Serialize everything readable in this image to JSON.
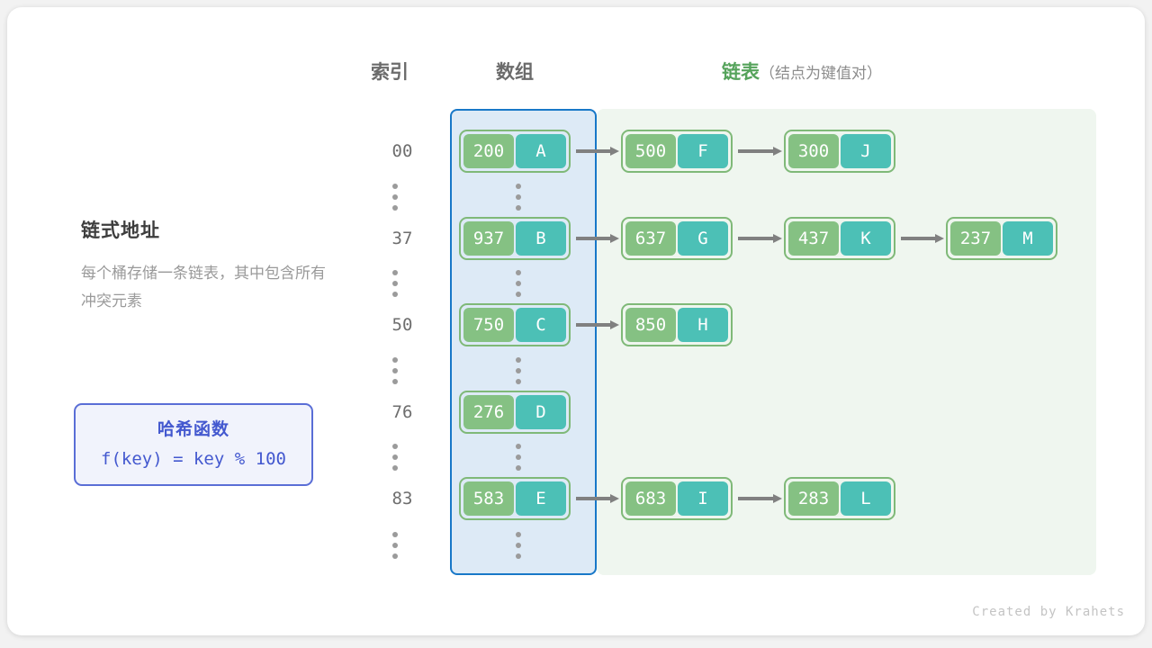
{
  "headers": {
    "index": "索引",
    "array": "数组",
    "list": "链表",
    "list_note": "（结点为键值对）"
  },
  "description": {
    "title": "链式地址",
    "body": "每个桶存储一条链表，其中包含所有冲突元素"
  },
  "hash_function": {
    "title": "哈希函数",
    "expression": "f(key) = key % 100"
  },
  "footer": "Created by Krahets",
  "colors": {
    "key_cell": "#85c183",
    "value_cell": "#4cc0b6",
    "node_border": "#7fb978",
    "array_panel_bg": "#ddeaf6",
    "array_panel_border": "#1878c8",
    "list_panel_bg": "#eff6ef",
    "list_header": "#55a35b",
    "hash_box_border": "#5a6ed6",
    "hash_box_bg": "#f1f3fc",
    "hash_box_text": "#4358cf",
    "arrow": "#808080"
  },
  "buckets": [
    {
      "index": "00",
      "nodes": [
        {
          "key": "200",
          "value": "A"
        },
        {
          "key": "500",
          "value": "F"
        },
        {
          "key": "300",
          "value": "J"
        }
      ]
    },
    {
      "index": "37",
      "nodes": [
        {
          "key": "937",
          "value": "B"
        },
        {
          "key": "637",
          "value": "G"
        },
        {
          "key": "437",
          "value": "K"
        },
        {
          "key": "237",
          "value": "M"
        }
      ]
    },
    {
      "index": "50",
      "nodes": [
        {
          "key": "750",
          "value": "C"
        },
        {
          "key": "850",
          "value": "H"
        }
      ]
    },
    {
      "index": "76",
      "nodes": [
        {
          "key": "276",
          "value": "D"
        }
      ]
    },
    {
      "index": "83",
      "nodes": [
        {
          "key": "583",
          "value": "E"
        },
        {
          "key": "683",
          "value": "I"
        },
        {
          "key": "283",
          "value": "L"
        }
      ]
    }
  ],
  "ellipsis_rows": 6
}
